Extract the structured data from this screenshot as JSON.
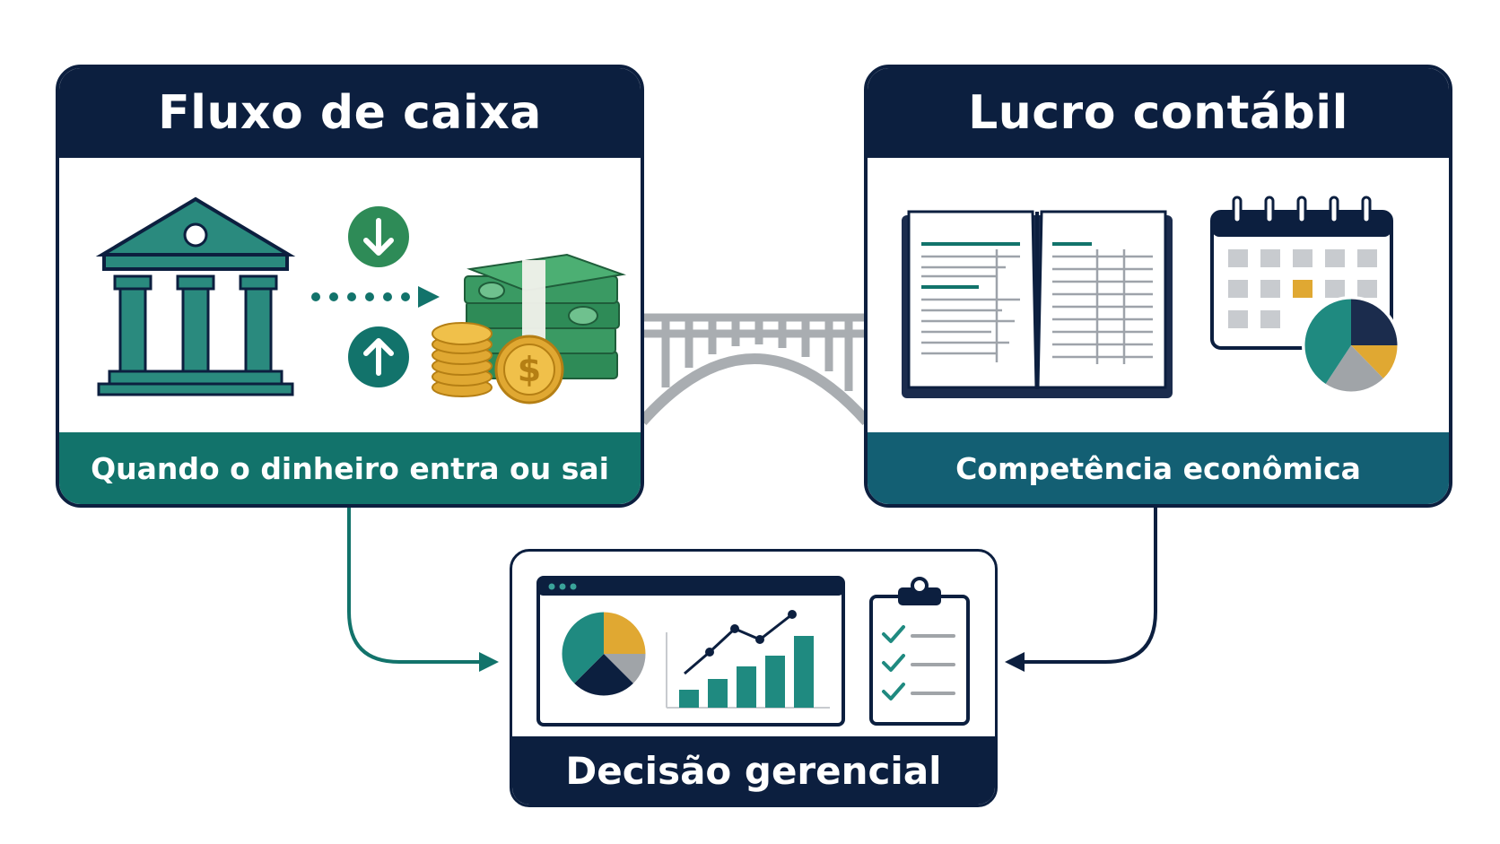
{
  "cards": {
    "cash_flow": {
      "title": "Fluxo de caixa",
      "subtitle": "Quando o dinheiro entra ou sai"
    },
    "accounting_profit": {
      "title": "Lucro contábil",
      "subtitle": "Competência econômica"
    },
    "decision": {
      "title": "Decisão gerencial"
    }
  },
  "icons": {
    "cash_flow": [
      "bank-icon",
      "arrow-down-icon",
      "arrow-up-icon",
      "dotted-flow-arrow-icon",
      "money-stack-icon",
      "coins-icon",
      "dollar-coin-icon"
    ],
    "accounting_profit": [
      "ledger-book-icon",
      "calendar-icon",
      "pie-chart-icon"
    ],
    "decision": [
      "dashboard-icon",
      "pie-chart-icon",
      "bar-line-chart-icon",
      "checklist-clipboard-icon"
    ],
    "connector": "bridge-icon"
  },
  "colors": {
    "navy": "#0c1f3f",
    "teal": "#12736b",
    "petrol": "#135f73",
    "green_money": "#2e8b57",
    "gold": "#e0a832",
    "gray": "#a0a4a8"
  }
}
